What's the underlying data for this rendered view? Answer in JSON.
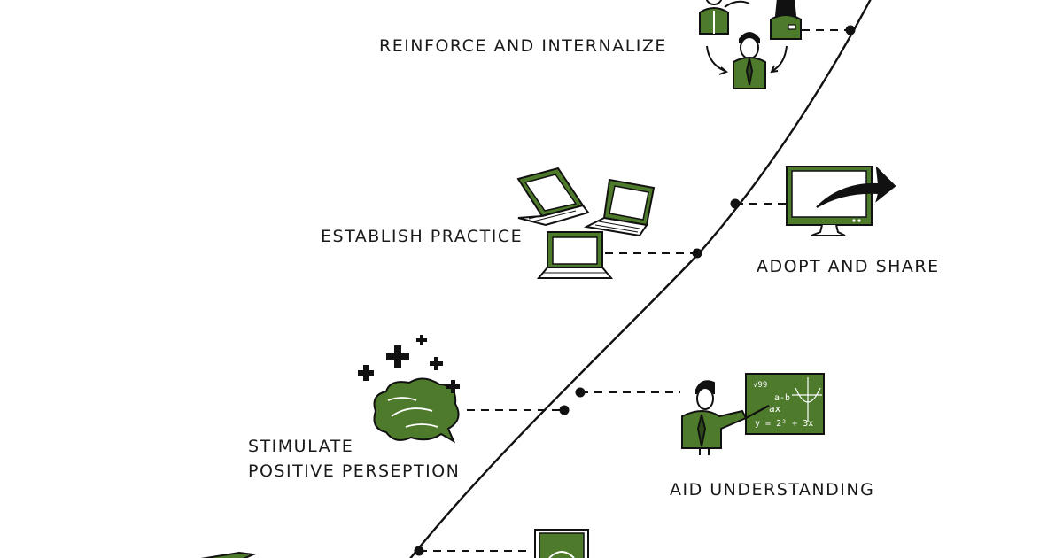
{
  "labels": {
    "reinforce": "REINFORCE AND INTERNALIZE",
    "establish": "ESTABLISH PRACTICE",
    "adopt": "ADOPT AND SHARE",
    "stimulate_line1": "STIMULATE",
    "stimulate_line2": "POSITIVE PERSEPTION",
    "aid": "AID UNDERSTANDING"
  },
  "board": {
    "line1": "√99",
    "line2": "a-b",
    "line3": "ax",
    "line4": "y = 2² + 3x"
  },
  "colors": {
    "accent": "#4e7a2b",
    "ink": "#111111",
    "screen": "#ffffff"
  },
  "icons": [
    "team-cycle-icon",
    "laptops-icon",
    "monitor-arrow-icon",
    "brain-plus-icon",
    "teacher-board-icon",
    "notebook-icon",
    "pencil-icon"
  ]
}
